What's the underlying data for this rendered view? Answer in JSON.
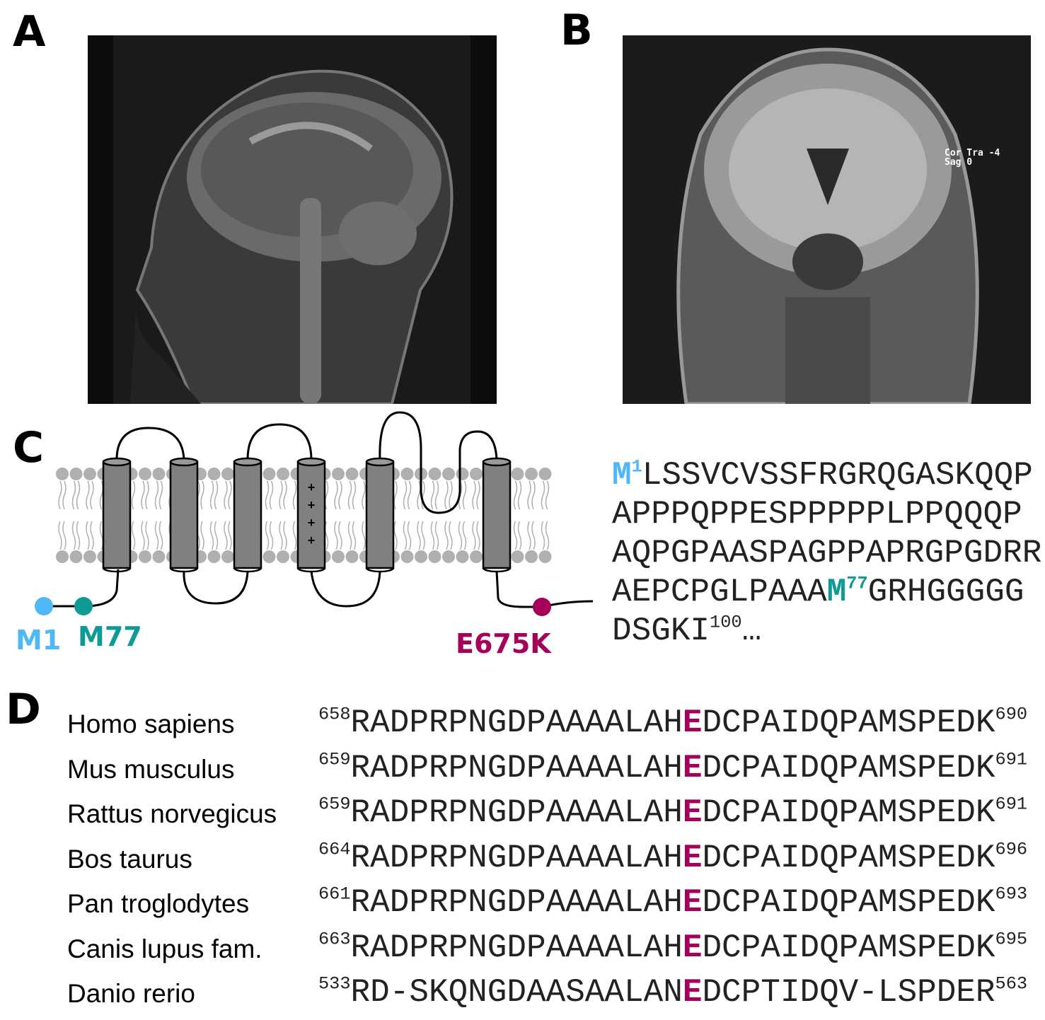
{
  "panels": {
    "a": "A",
    "b": "B",
    "c": "C",
    "d": "D"
  },
  "mri_b_overlay": {
    "line1": "Cor Tra -4",
    "line2": "Sag 0"
  },
  "topology": {
    "labels": {
      "m1": "M1",
      "m77": "M77",
      "mutation": "E675K"
    },
    "charges": "+",
    "colors": {
      "m1": "#4fb8f5",
      "m77": "#0e9a95",
      "mutation": "#a5005a",
      "helix": "#808080",
      "lipid": "#b0b0b0"
    }
  },
  "sequence": {
    "m1": "M",
    "m1_pos": "1",
    "line1": "LSSVCVSSFRGRQGASKQQP",
    "line2": "APPPQPPESPPPPPLPPQQQP",
    "line3": "AQPGPAASPAGPPAPRGPGDRR",
    "line4_pre": "AEPCPGLPAAA",
    "m77": "M",
    "m77_pos": "77",
    "line4_post": "GRHGGGGG",
    "line5": "DSGKI",
    "line5_pos": "100",
    "ellipsis": "…"
  },
  "alignment": [
    {
      "species": "Homo sapiens",
      "start": "658",
      "pre": "RADPRPNGDPAAAALAH",
      "mut": "E",
      "post": "DCPAIDQPAMSPEDK",
      "end": "690"
    },
    {
      "species": "Mus musculus",
      "start": "659",
      "pre": "RADPRPNGDPAAAALAH",
      "mut": "E",
      "post": "DCPAIDQPAMSPEDK",
      "end": "691"
    },
    {
      "species": "Rattus norvegicus",
      "start": "659",
      "pre": "RADPRPNGDPAAAALAH",
      "mut": "E",
      "post": "DCPAIDQPAMSPEDK",
      "end": "691"
    },
    {
      "species": "Bos taurus",
      "start": "664",
      "pre": "RADPRPNGDPAAAALAH",
      "mut": "E",
      "post": "DCPAIDQPAMSPEDK",
      "end": "696"
    },
    {
      "species": "Pan troglodytes",
      "start": "661",
      "pre": "RADPRPNGDPAAAALAH",
      "mut": "E",
      "post": "DCPAIDQPAMSPEDK",
      "end": "693"
    },
    {
      "species": "Canis lupus fam.",
      "start": "663",
      "pre": "RADPRPNGDPAAAALAH",
      "mut": "E",
      "post": "DCPAIDQPAMSPEDK",
      "end": "695"
    },
    {
      "species": "Danio rerio",
      "start": "533",
      "pre": "RD-SKQNGDAASAALAN",
      "mut": "E",
      "post": "DCPTIDQV-LSPDER",
      "end": "563"
    }
  ]
}
